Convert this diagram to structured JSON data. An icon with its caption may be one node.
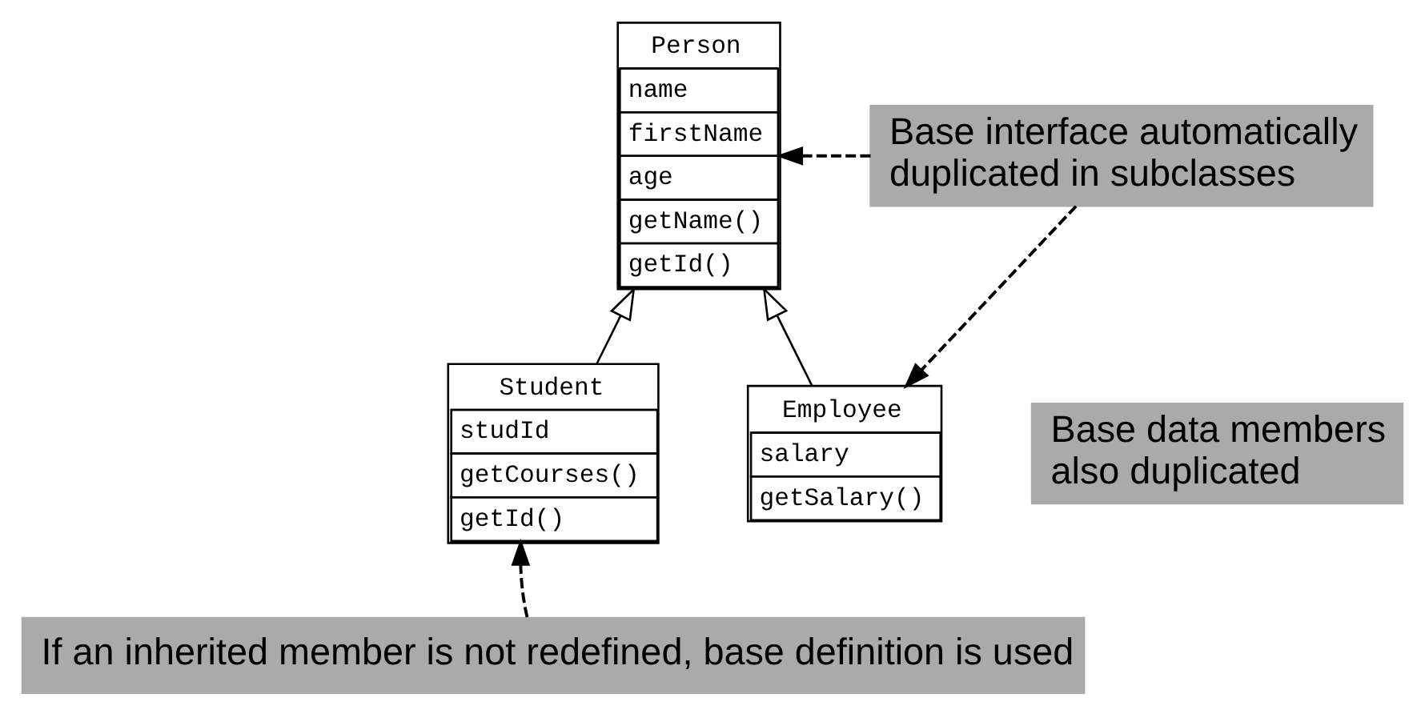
{
  "diagram": {
    "nodes": [
      {
        "text": [
          "Person",
          "name",
          "firstName",
          "age",
          "getName()",
          "getId()"
        ]
      },
      {
        "text": [
          "Student",
          "studId",
          "getCourses()",
          "getId()"
        ]
      },
      {
        "text": [
          "Employee",
          "salary",
          "getSalary()"
        ]
      },
      {
        "text": [
          "Base interface automatically duplicated in subclasses"
        ]
      },
      {
        "text": [
          "Base data members also duplicated"
        ]
      },
      {
        "text": [
          "If an inherited member is not redefined, base definition is used"
        ]
      }
    ],
    "edges": [
      {
        "from": 1,
        "to": 0,
        "arrow": "to"
      },
      {
        "from": 2,
        "to": 0,
        "arrow": "to"
      },
      {
        "from": 3,
        "to": 0,
        "arrow": "to",
        "style": "dashed"
      },
      {
        "from": 3,
        "to": 2,
        "arrow": "to",
        "style": "dashed"
      },
      {
        "from": 5,
        "to": 1,
        "arrow": "to",
        "style": "dashed"
      }
    ]
  }
}
